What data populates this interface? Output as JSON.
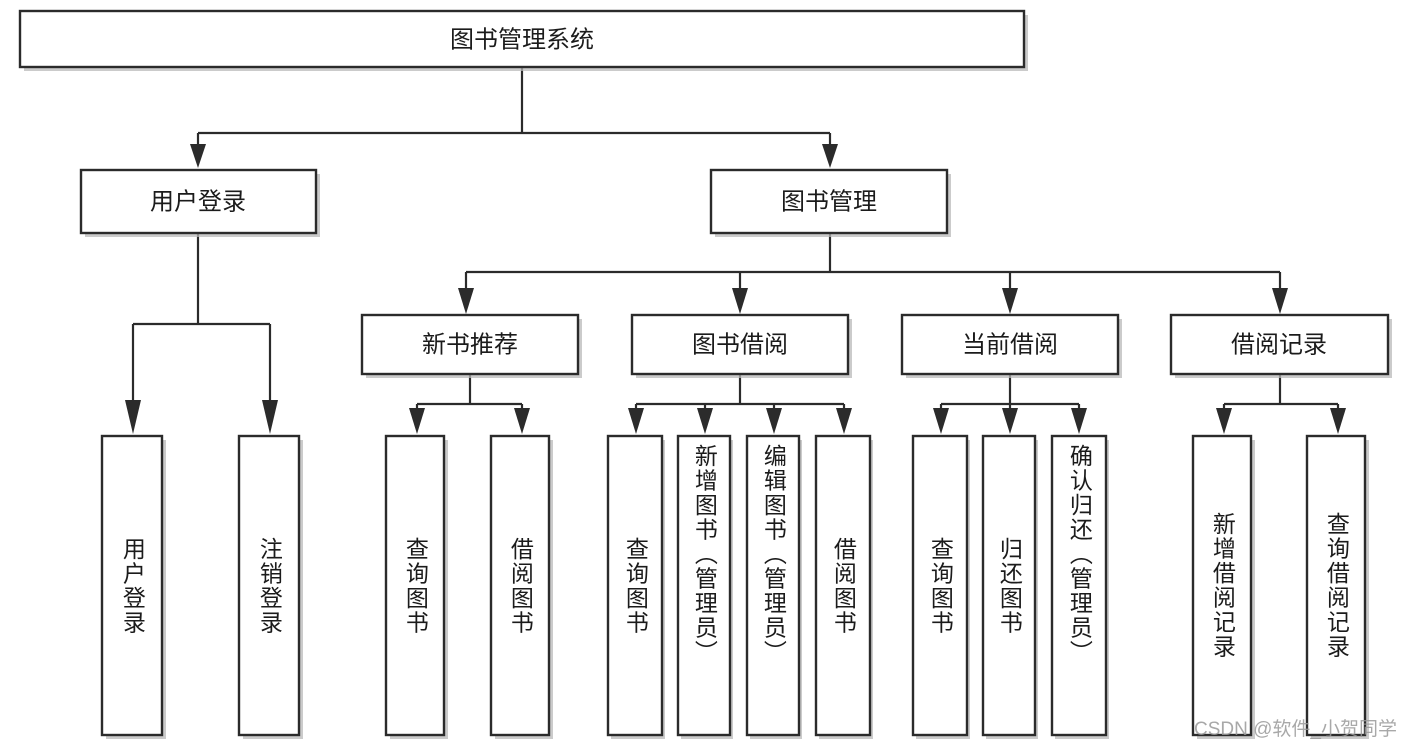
{
  "diagram": {
    "title": "图书管理系统",
    "type": "hierarchy-tree",
    "watermark": "CSDN @软件_小贺同学",
    "colors": {
      "box_stroke": "#2b2b2b",
      "box_fill": "#ffffff",
      "connector": "#2b2b2b",
      "text": "#1b1b1b",
      "watermark": "#9a9a9a",
      "background": "#ffffff"
    },
    "root": {
      "id": "root",
      "label": "图书管理系统",
      "orientation": "horizontal"
    },
    "level2": [
      {
        "id": "user-login",
        "label": "用户登录",
        "orientation": "horizontal"
      },
      {
        "id": "book-admin",
        "label": "图书管理",
        "orientation": "horizontal"
      }
    ],
    "level3": [
      {
        "id": "new-book-rec",
        "label": "新书推荐",
        "orientation": "horizontal",
        "parent": "book-admin"
      },
      {
        "id": "book-borrow",
        "label": "图书借阅",
        "orientation": "horizontal",
        "parent": "book-admin"
      },
      {
        "id": "current-borrow",
        "label": "当前借阅",
        "orientation": "horizontal",
        "parent": "book-admin"
      },
      {
        "id": "borrow-record",
        "label": "借阅记录",
        "orientation": "horizontal",
        "parent": "book-admin"
      }
    ],
    "leaves": {
      "user_login": [
        {
          "id": "leaf-user-login",
          "label": "用户登录"
        },
        {
          "id": "leaf-user-logout",
          "label": "注销登录"
        }
      ],
      "new_book_rec": [
        {
          "id": "leaf-query-book-1",
          "label": "查询图书"
        },
        {
          "id": "leaf-borrow-book-1",
          "label": "借阅图书"
        }
      ],
      "book_borrow": [
        {
          "id": "leaf-query-book-2",
          "label": "查询图书"
        },
        {
          "id": "leaf-add-book",
          "label": "新增图书（管理员）"
        },
        {
          "id": "leaf-edit-book",
          "label": "编辑图书（管理员）"
        },
        {
          "id": "leaf-borrow-book-2",
          "label": "借阅图书"
        }
      ],
      "current_borrow": [
        {
          "id": "leaf-query-book-3",
          "label": "查询图书"
        },
        {
          "id": "leaf-return-book",
          "label": "归还图书"
        },
        {
          "id": "leaf-confirm-return",
          "label": "确认归还（管理员）"
        }
      ],
      "borrow_record": [
        {
          "id": "leaf-add-record",
          "label": "新增借阅记录"
        },
        {
          "id": "leaf-query-record",
          "label": "查询借阅记录"
        }
      ]
    }
  }
}
